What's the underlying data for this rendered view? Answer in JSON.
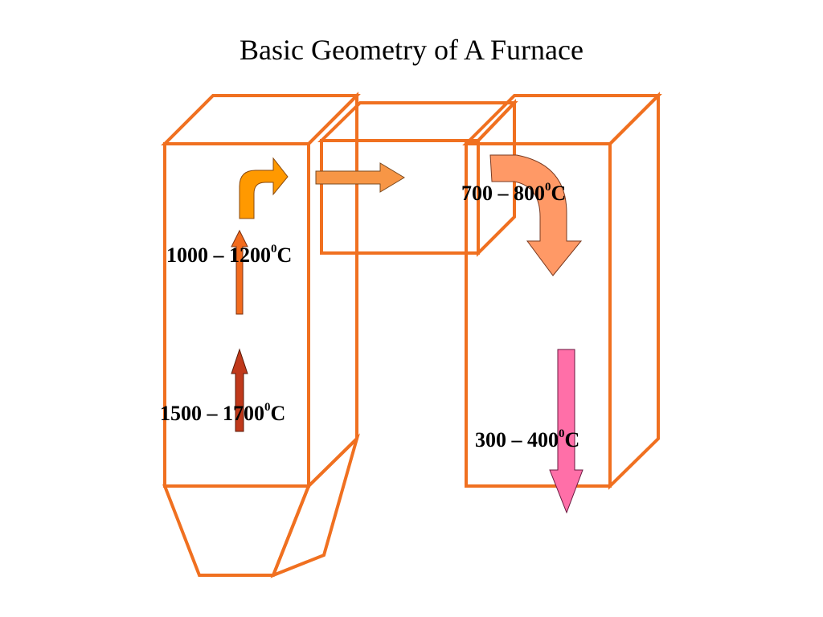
{
  "title": "Basic Geometry of A Furnace",
  "colors": {
    "frame": "#F07020",
    "arrow_curved_up": "#FF9900",
    "arrow_right": "#F79646",
    "arrow_up_mid": "#F26B1D",
    "arrow_up_bottom": "#C0391B",
    "arrow_curved_down": "#FF9966",
    "arrow_down": "#FF6FA8",
    "text": "#000000"
  },
  "labels": {
    "zone_upper_left": {
      "range": "1000 – 1200",
      "sup": "0",
      "unit": "C"
    },
    "zone_lower_left": {
      "range": "1500 – 1700",
      "sup": "0",
      "unit": "C"
    },
    "zone_upper_right": {
      "range": "700 – 800",
      "sup": "0",
      "unit": "C"
    },
    "zone_lower_right": {
      "range": "300 – 400",
      "sup": "0",
      "unit": "C"
    }
  }
}
